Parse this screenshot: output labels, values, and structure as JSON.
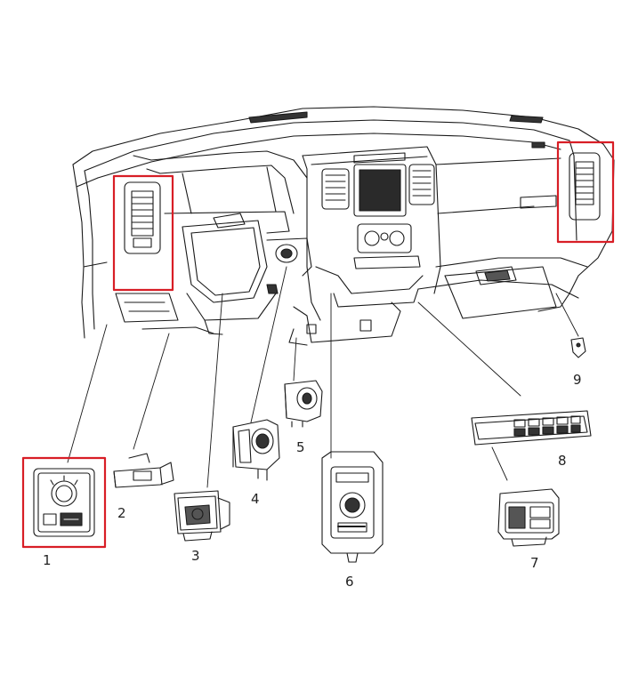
{
  "colors": {
    "line": "#1a1a1a",
    "highlight": "#d81e26",
    "background": "#ffffff"
  },
  "callouts": {
    "c1": "1",
    "c2": "2",
    "c3": "3",
    "c4": "4",
    "c5": "5",
    "c6": "6",
    "c7": "7",
    "c8": "8",
    "c9": "9"
  }
}
